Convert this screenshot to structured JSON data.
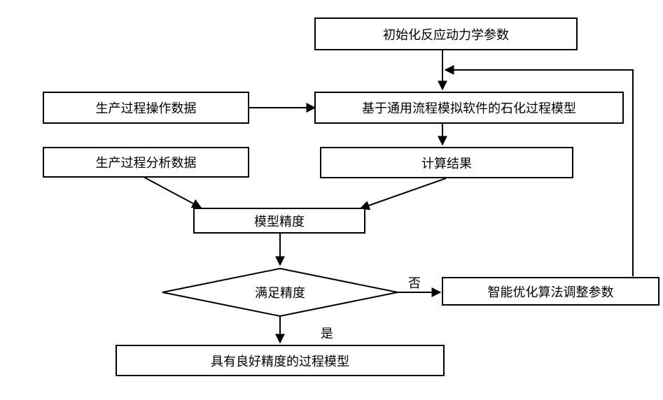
{
  "nodes": {
    "init_params": "初始化反应动力学参数",
    "operation_data": "生产过程操作数据",
    "process_model": "基于通用流程模拟软件的石化过程模型",
    "analysis_data": "生产过程分析数据",
    "calc_result": "计算结果",
    "model_accuracy": "模型精度",
    "meets_accuracy": "满足精度",
    "intelligent_opt": "智能优化算法调整参数",
    "final_model": "具有良好精度的过程模型"
  },
  "edge_labels": {
    "no": "否",
    "yes": "是"
  }
}
